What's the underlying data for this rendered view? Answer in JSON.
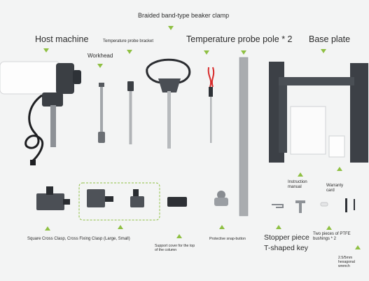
{
  "labels": {
    "beaker_clamp": "Braided band-type beaker clamp",
    "host_machine": "Host machine",
    "temp_probe_bracket": "Temperature probe bracket",
    "temp_probe_pole": "Temperature probe pole * 2",
    "base_plate": "Base plate",
    "workhead": "Workhead",
    "instruction_manual_1": "Instruction",
    "instruction_manual_2": "manual",
    "warranty_card_1": "Warranty",
    "warranty_card_2": "card",
    "clasps": "Square Cross Clasp, Cross Fixing Clasp (Large, Small)",
    "support_cover_1": "Support cover for the top",
    "support_cover_2": "of the column",
    "protective_button": "Protective snap-button",
    "stopper_piece": "Stopper piece",
    "t_key": "T-shaped key",
    "ptfe_1": "Two pieces of PTFE",
    "ptfe_2": "bushings * 2",
    "wrench_1": "2.5/5mm",
    "wrench_2": "hexagonal",
    "wrench_3": "wrench"
  },
  "colors": {
    "accent_arrow": "#8fc043",
    "background": "#f3f4f4",
    "dark_metal": "#3c4046",
    "probe_wire": "#d82a2a"
  }
}
